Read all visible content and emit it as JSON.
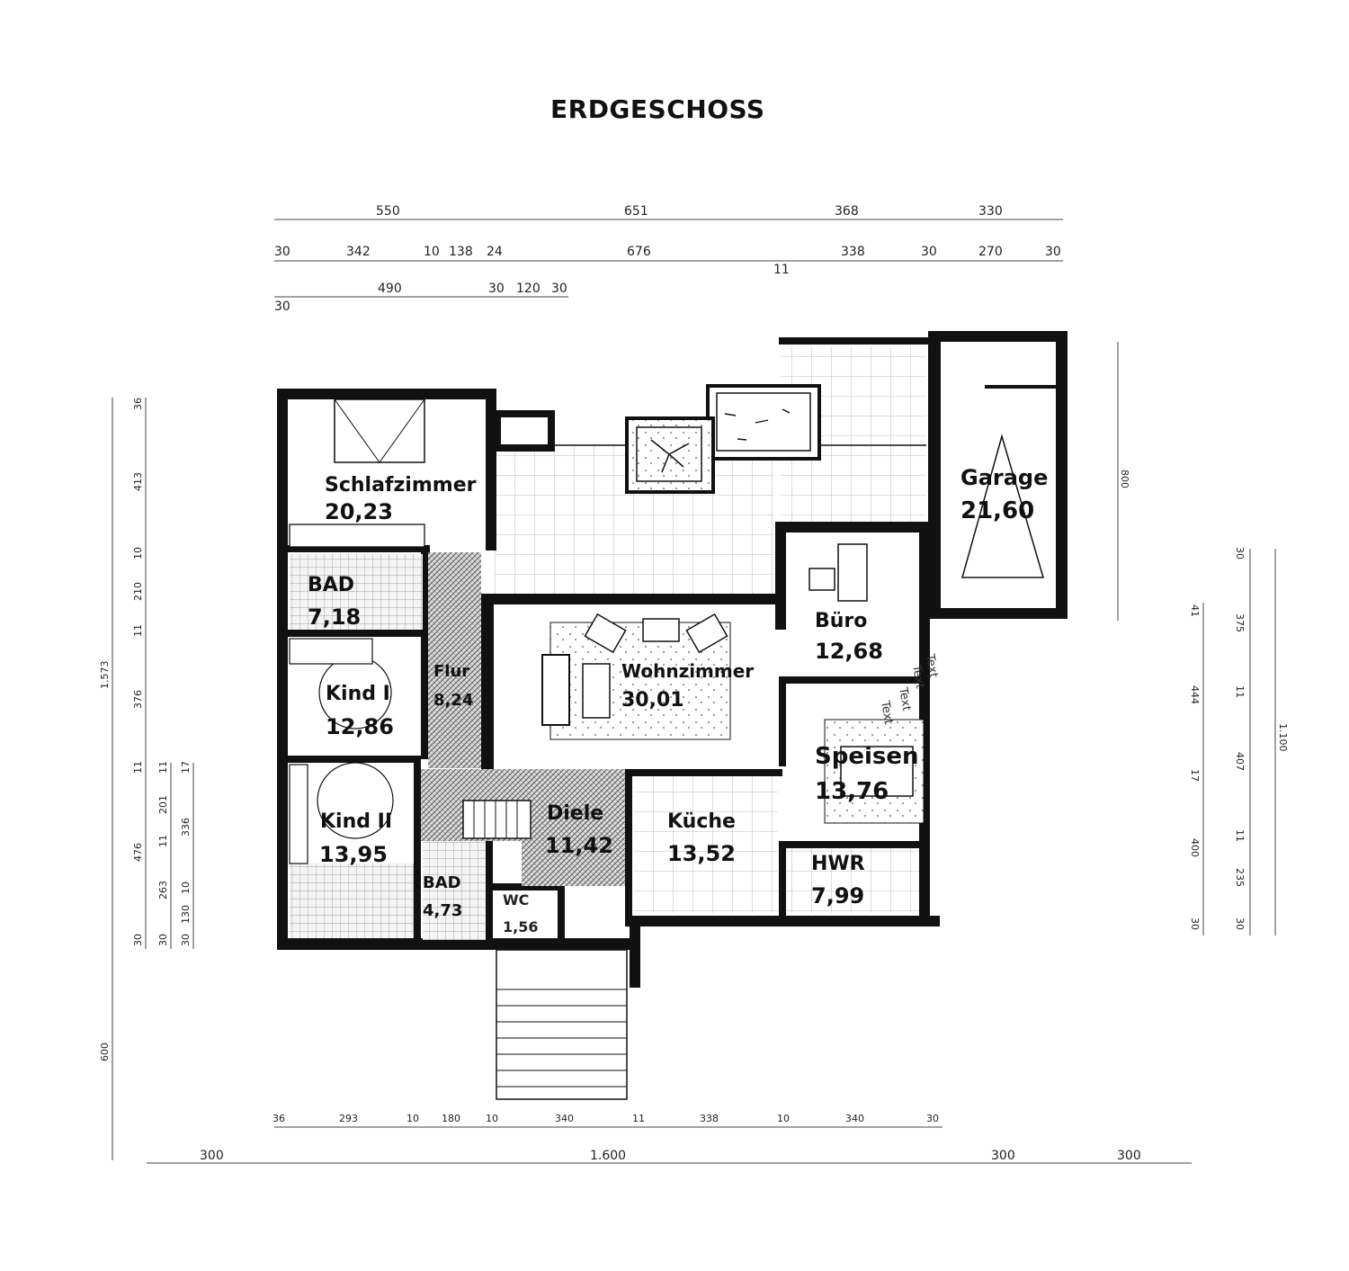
{
  "title": "ERDGESCHOSS",
  "rooms": {
    "schlafzimmer": {
      "name": "Schlafzimmer",
      "area": "20,23"
    },
    "bad1": {
      "name": "BAD",
      "area": "7,18"
    },
    "kind1": {
      "name": "Kind I",
      "area": "12,86"
    },
    "kind2": {
      "name": "Kind II",
      "area": "13,95"
    },
    "flur": {
      "name": "Flur",
      "area": "8,24"
    },
    "bad2": {
      "name": "BAD",
      "area": "4,73"
    },
    "wc": {
      "name": "WC",
      "area": "1,56"
    },
    "diele": {
      "name": "Diele",
      "area": "11,42"
    },
    "wohnzimmer": {
      "name": "Wohnzimmer",
      "area": "30,01"
    },
    "kueche": {
      "name": "Küche",
      "area": "13,52"
    },
    "buero": {
      "name": "Büro",
      "area": "12,68"
    },
    "speisen": {
      "name": "Speisen",
      "area": "13,76"
    },
    "hwr": {
      "name": "HWR",
      "area": "7,99"
    },
    "garage": {
      "name": "Garage",
      "area": "21,60"
    }
  },
  "dims": {
    "top1": [
      "550",
      "651",
      "368",
      "330"
    ],
    "top2": [
      "30",
      "342",
      "10",
      "138",
      "24",
      "676",
      "338",
      "30",
      "270",
      "30"
    ],
    "top2_extra": "11",
    "top3": [
      "490",
      "30",
      "120",
      "30"
    ],
    "top3_extra": "30",
    "bottom1": [
      "36",
      "293",
      "10",
      "180",
      "10",
      "340",
      "11",
      "338",
      "10",
      "340",
      "30"
    ],
    "bottom2": [
      "300",
      "1.600",
      "300",
      "300"
    ],
    "left_outer": [
      "1.573",
      "600"
    ],
    "left_inner": [
      "36",
      "413",
      "10",
      "210",
      "11",
      "376",
      "11",
      "476",
      "30"
    ],
    "left_col2": [
      "11",
      "201",
      "11",
      "263",
      "30"
    ],
    "left_col3": [
      "17",
      "336",
      "10",
      "130",
      "30"
    ],
    "right_garage": "800",
    "right_col1": [
      "41",
      "444",
      "17",
      "400",
      "30"
    ],
    "right_col2": [
      "30",
      "375",
      "11",
      "407",
      "11",
      "235",
      "30"
    ],
    "right_total": "1.100",
    "text_stack": [
      "Text",
      "Text",
      "Text",
      "Text"
    ]
  }
}
